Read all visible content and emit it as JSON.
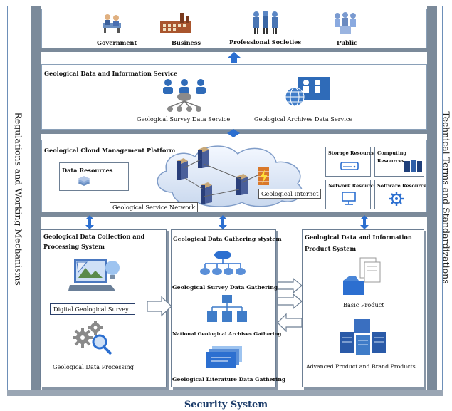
{
  "users": {
    "government": "Government",
    "business": "Business",
    "professional": "Professional Societies",
    "public": "Public"
  },
  "info_service": {
    "title": "Geological Data and Information Service",
    "survey": "Geological Survey Data Service",
    "archives": "Geological Archives Data Service"
  },
  "cloud": {
    "title": "Geological Cloud Management Platform",
    "data_resources": "Data Resources",
    "service_network": "Geological Service Network",
    "internet": "Geological Internet",
    "storage": "Storage Resource",
    "computing_1": "Computing",
    "computing_2": "Resources",
    "network": "Network Resource",
    "software": "Software Resource"
  },
  "collection": {
    "title_1": "Geological Data Collection and",
    "title_2": "Processing System",
    "digital_survey": "Digital Geological Survey",
    "processing": "Geological Data Processing"
  },
  "gathering": {
    "title": "Geological Data Gathering stystem",
    "survey": "Geological Survey Data Gathering",
    "archives": "National Geological Archives  Gathering",
    "literature": "Geological Literature Data Gathering"
  },
  "product": {
    "title_1": "Geological Data and Information",
    "title_2": "Product System",
    "basic": "Basic Product",
    "advanced": "Advanced  Product and Brand Products"
  },
  "left_side": "Regulations and Working Mechanisms",
  "right_side": "Technical Terms and Standardizations",
  "bottom": "Security System"
}
